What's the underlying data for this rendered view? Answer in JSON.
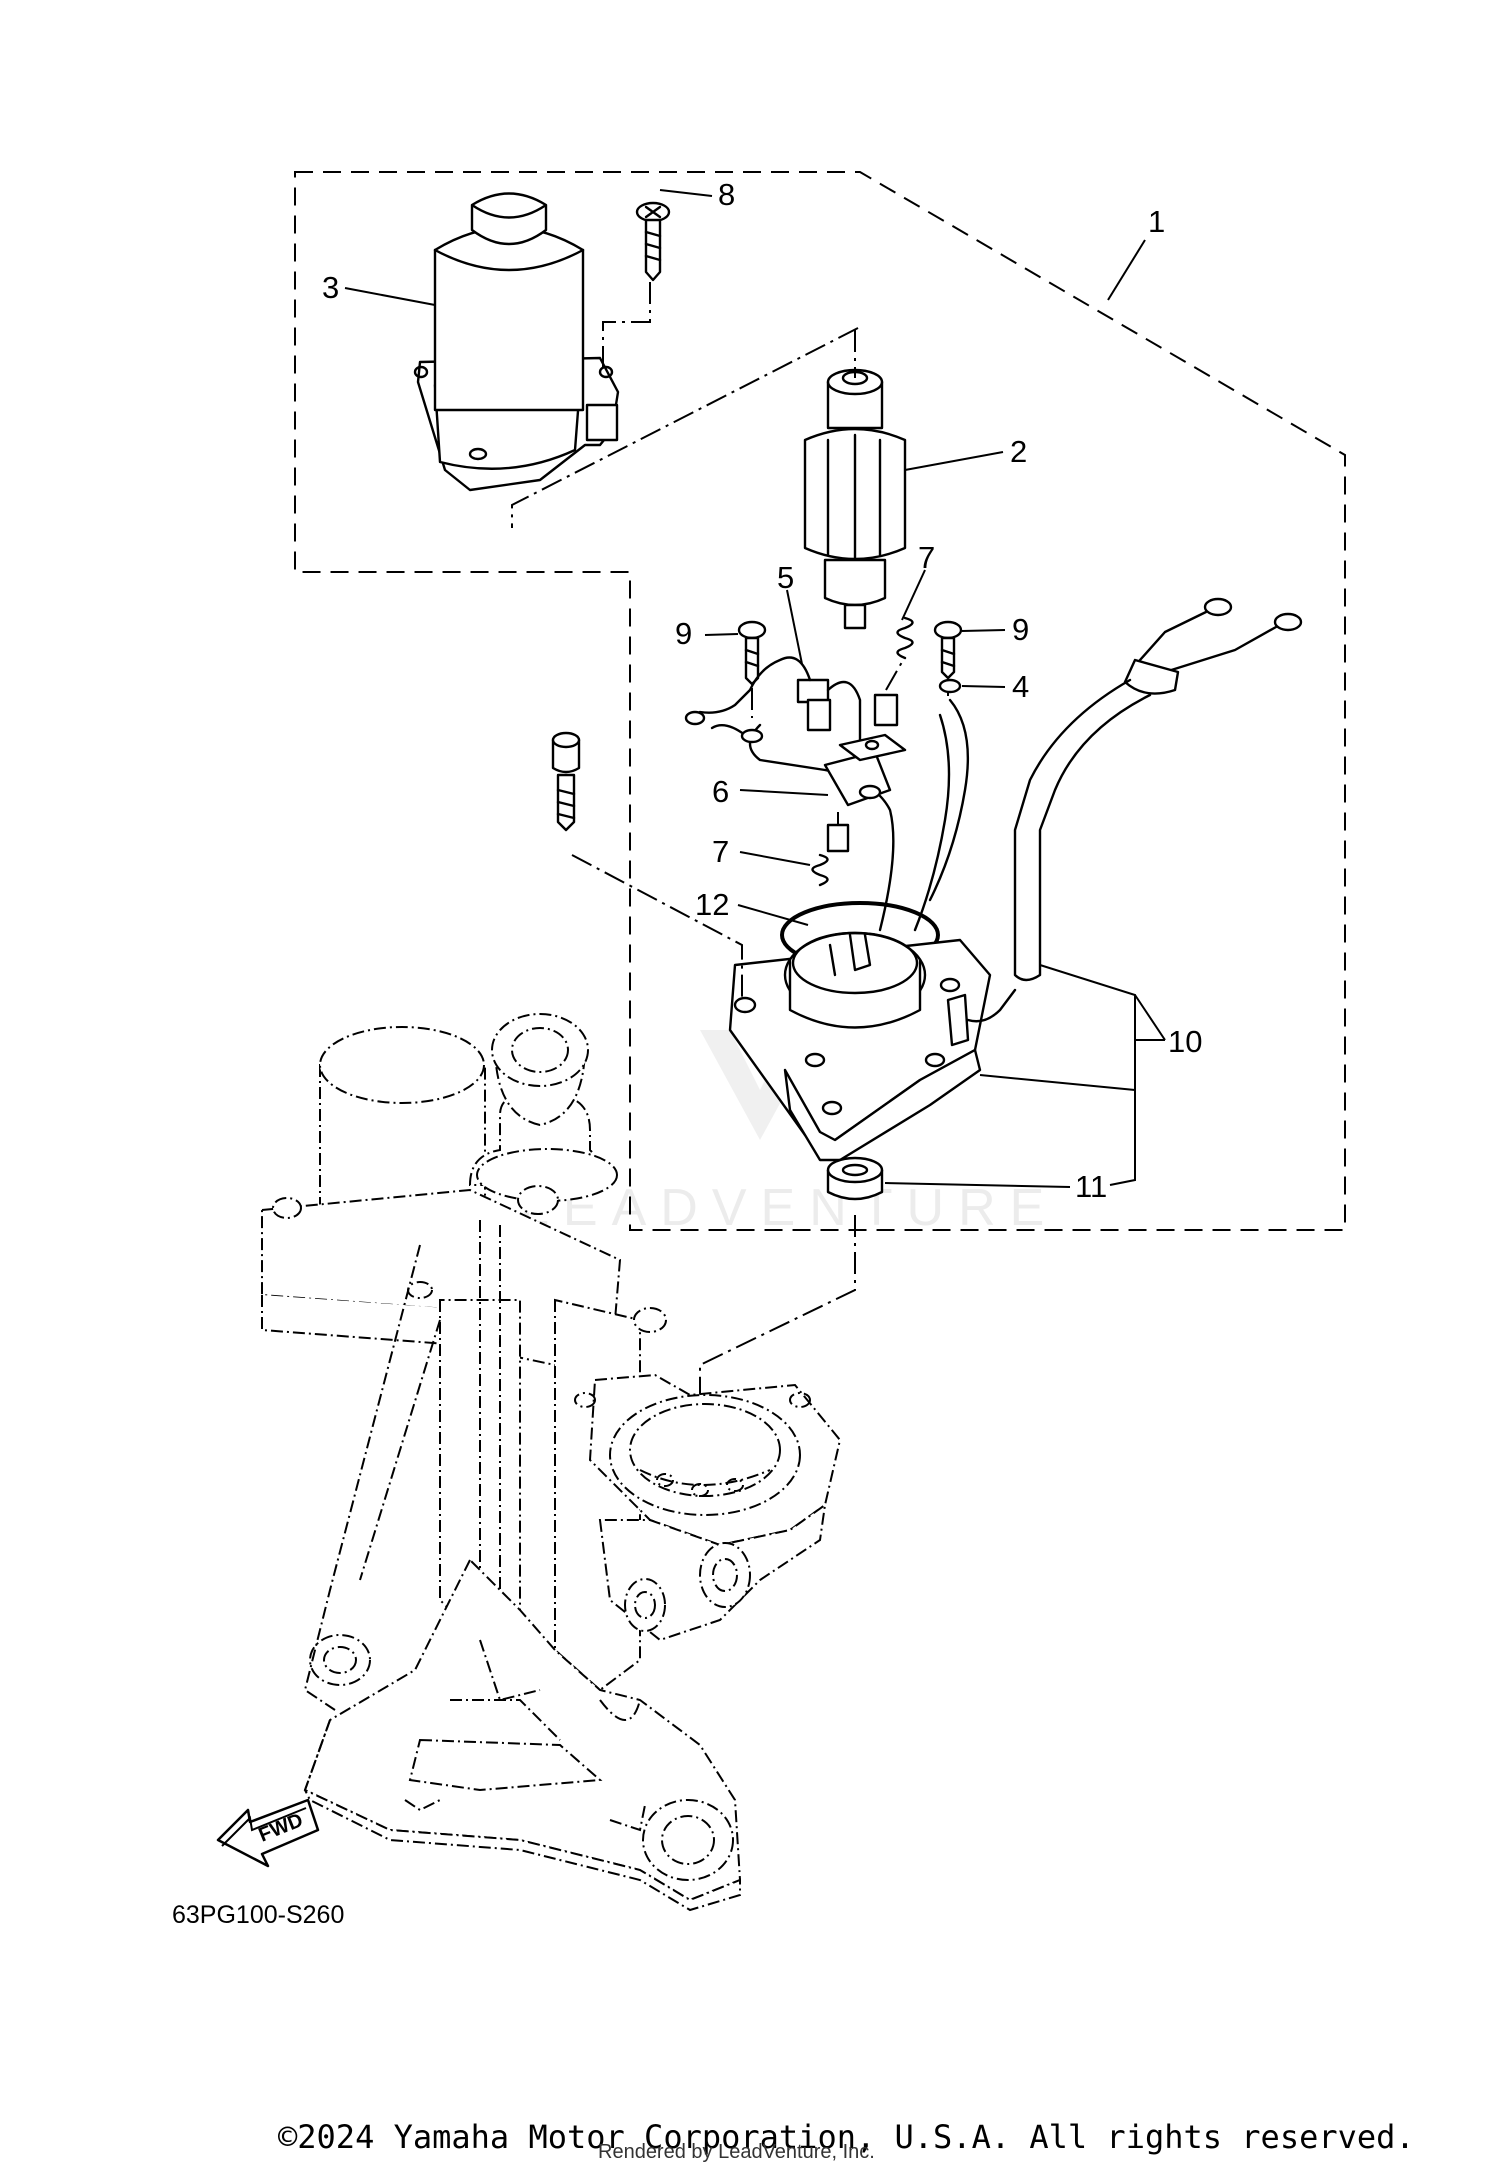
{
  "callouts": [
    "1",
    "2",
    "3",
    "4",
    "5",
    "6",
    "7",
    "7",
    "8",
    "9",
    "9",
    "10",
    "11",
    "12"
  ],
  "fwd_label": "FWD",
  "diagram_code": "63PG100-S260",
  "watermark": "LEADVENTURE",
  "copyright": "©2024 Yamaha Motor Corporation, U.S.A. All rights reserved.",
  "rendered_by": "Rendered by LeadVenture, Inc."
}
